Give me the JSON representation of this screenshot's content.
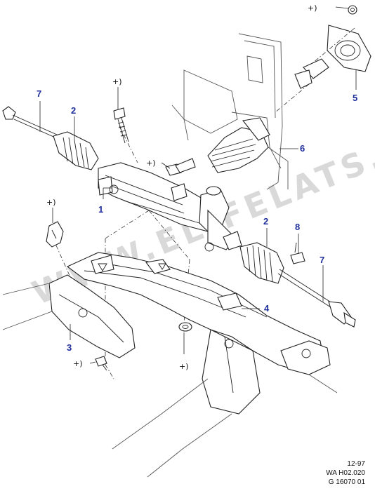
{
  "callouts": [
    {
      "id": "1",
      "label": "1"
    },
    {
      "id": "2a",
      "label": "2"
    },
    {
      "id": "2b",
      "label": "2"
    },
    {
      "id": "3",
      "label": "3"
    },
    {
      "id": "4",
      "label": "4"
    },
    {
      "id": "5",
      "label": "5"
    },
    {
      "id": "6",
      "label": "6"
    },
    {
      "id": "7a",
      "label": "7"
    },
    {
      "id": "7b",
      "label": "7"
    },
    {
      "id": "8",
      "label": "8"
    }
  ],
  "plus_marker": "+)",
  "watermark": "WWW.EL-FELATS.RU",
  "footer": {
    "line1": "12-97",
    "line2": "WA H02.020",
    "line3": "G 16070 01"
  },
  "colors": {
    "callout": "#1f2f9c",
    "line": "#222222",
    "watermark": "#d9d9d9"
  }
}
